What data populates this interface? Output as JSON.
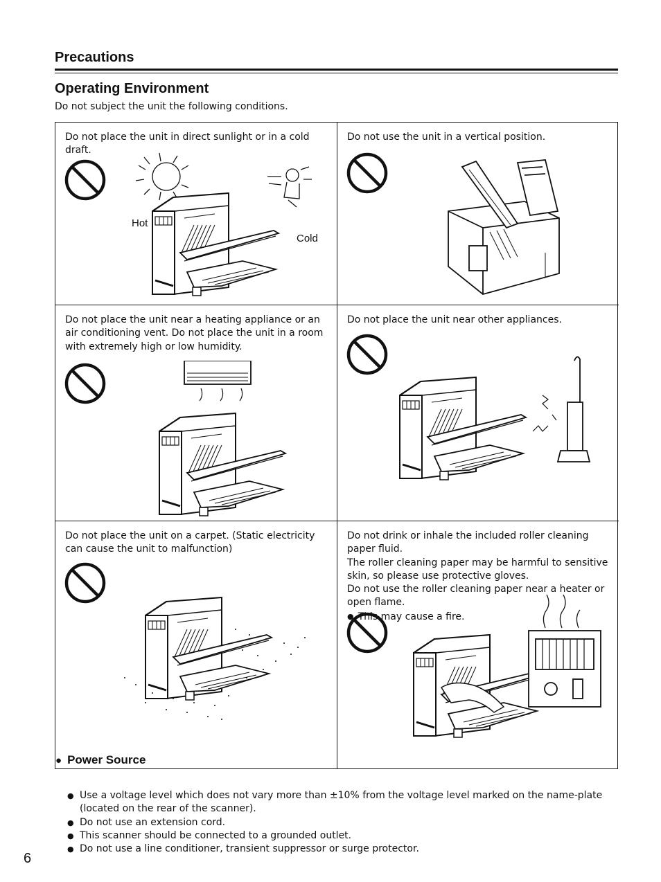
{
  "header": {
    "section_title": "Precautions"
  },
  "operating_environment": {
    "title": "Operating Environment",
    "intro": "Do not subject the unit the following conditions.",
    "cells": [
      {
        "text": "Do not place the unit in direct sunlight or in a cold draft.",
        "label_hot": "Hot",
        "label_cold": "Cold"
      },
      {
        "text": "Do not use the unit in a vertical position."
      },
      {
        "text": "Do not place the unit near a heating appliance or an air conditioning vent. Do not place the unit in a room with extremely high or low humidity."
      },
      {
        "text": "Do not place the unit near other appliances."
      },
      {
        "text": "Do not place the unit on a carpet. (Static electricity can cause the unit to malfunction)"
      },
      {
        "line1": "Do not drink or inhale the included roller cleaning paper fluid.",
        "line2": "The roller cleaning paper may be harmful to sensitive skin, so please use protective gloves.",
        "line3": "Do not use the roller cleaning paper near a heater or open flame.",
        "bullet": "This may cause a fire."
      }
    ]
  },
  "power_source": {
    "title": "Power Source",
    "items": [
      "Use a voltage level which does not vary more than ±10% from the voltage level marked on the name-plate (located on the rear of the scanner).",
      "Do not use an extension cord.",
      "This scanner should be connected to a grounded outlet.",
      "Do not use a line conditioner, transient suppressor or surge protector."
    ]
  },
  "page_number": "6"
}
